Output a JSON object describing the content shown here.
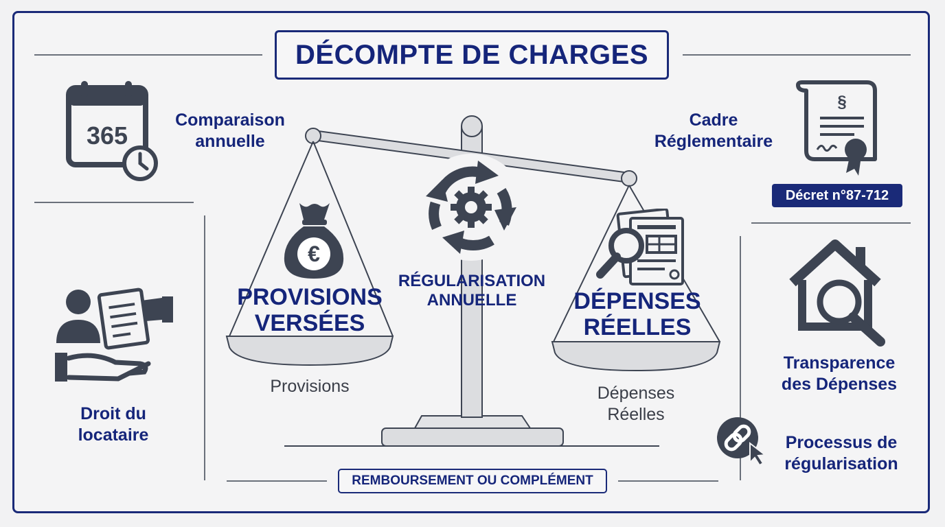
{
  "title": "DÉCOMPTE DE CHARGES",
  "left": {
    "annual_comparison": {
      "line1": "Comparaison",
      "line2": "annuelle",
      "calendar_number": "365"
    },
    "tenant_right": {
      "line1": "Droit du",
      "line2": "locataire"
    }
  },
  "center": {
    "left_pan": {
      "title_line1": "PROVISIONS",
      "title_line2": "VERSÉES",
      "caption": "Provisions",
      "coin_symbol": "€"
    },
    "pivot": {
      "line1": "RÉGULARISATION",
      "line2": "ANNUELLE"
    },
    "right_pan": {
      "title_line1": "DÉPENSES",
      "title_line2": "RÉELLES",
      "caption_line1": "Dépenses",
      "caption_line2": "Réelles"
    },
    "bottom_label": "REMBOURSEMENT OU COMPLÉMENT"
  },
  "right": {
    "regulatory": {
      "line1": "Cadre",
      "line2": "Réglementaire",
      "decree": "Décret n°87-712",
      "doc_symbol": "§"
    },
    "transparency": {
      "line1": "Transparence",
      "line2": "des Dépenses"
    },
    "process": {
      "line1": "Processus de",
      "line2": "régularisation"
    }
  },
  "colors": {
    "navy": "#15257a",
    "icon_gray": "#3d4452",
    "scale_gray": "#d6d8dc",
    "background": "#f4f4f5"
  }
}
